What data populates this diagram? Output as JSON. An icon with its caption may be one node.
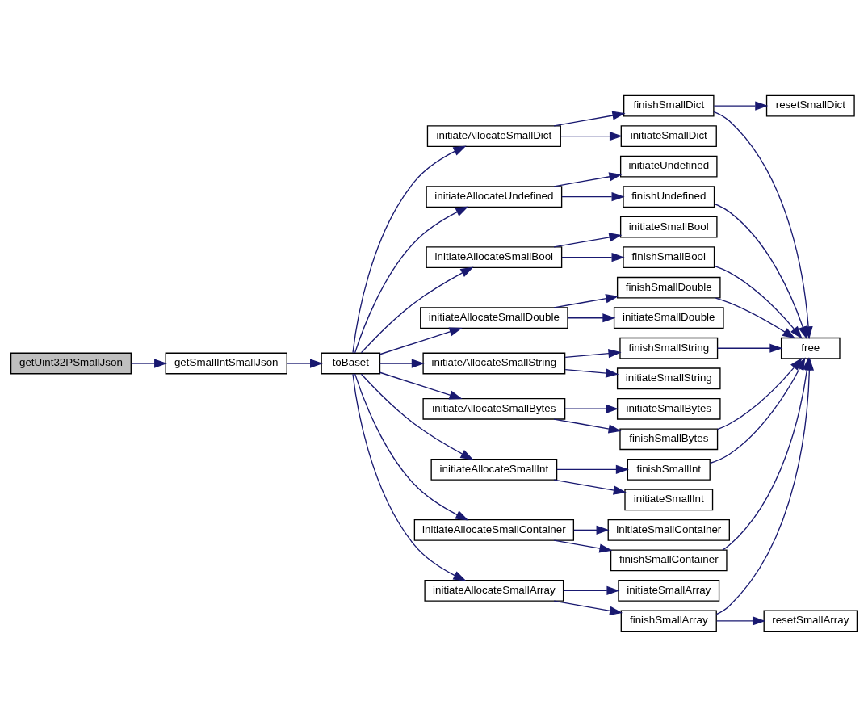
{
  "diagram": {
    "nodes": [
      {
        "text": [
          "getUint32PSmallJson"
        ]
      },
      {
        "text": [
          "getSmallIntSmallJson"
        ]
      },
      {
        "text": [
          "toBaset"
        ]
      },
      {
        "text": [
          "initiateAllocateSmallDict"
        ]
      },
      {
        "text": [
          "finishSmallDict"
        ]
      },
      {
        "text": [
          "resetSmallDict"
        ]
      },
      {
        "text": [
          "initiateSmallDict"
        ]
      },
      {
        "text": [
          "free"
        ]
      },
      {
        "text": [
          "initiateAllocateUndefined"
        ]
      },
      {
        "text": [
          "initiateUndefined"
        ]
      },
      {
        "text": [
          "finishUndefined"
        ]
      },
      {
        "text": [
          "initiateAllocateSmallBool"
        ]
      },
      {
        "text": [
          "initiateSmallBool"
        ]
      },
      {
        "text": [
          "finishSmallBool"
        ]
      },
      {
        "text": [
          "initiateAllocateSmallDouble"
        ]
      },
      {
        "text": [
          "finishSmallDouble"
        ]
      },
      {
        "text": [
          "initiateSmallDouble"
        ]
      },
      {
        "text": [
          "initiateAllocateSmallString"
        ]
      },
      {
        "text": [
          "finishSmallString"
        ]
      },
      {
        "text": [
          "initiateSmallString"
        ]
      },
      {
        "text": [
          "initiateAllocateSmallBytes"
        ]
      },
      {
        "text": [
          "initiateSmallBytes"
        ]
      },
      {
        "text": [
          "finishSmallBytes"
        ]
      },
      {
        "text": [
          "initiateAllocateSmallInt"
        ]
      },
      {
        "text": [
          "finishSmallInt"
        ]
      },
      {
        "text": [
          "initiateSmallInt"
        ]
      },
      {
        "text": [
          "initiateAllocateSmallContainer"
        ]
      },
      {
        "text": [
          "initiateSmallContainer"
        ]
      },
      {
        "text": [
          "finishSmallContainer"
        ]
      },
      {
        "text": [
          "initiateAllocateSmallArray"
        ]
      },
      {
        "text": [
          "initiateSmallArray"
        ]
      },
      {
        "text": [
          "finishSmallArray"
        ]
      },
      {
        "text": [
          "resetSmallArray"
        ]
      }
    ],
    "edges": [
      {
        "from": 0,
        "to": 1,
        "arrow": "to"
      },
      {
        "from": 1,
        "to": 2,
        "arrow": "to"
      },
      {
        "from": 2,
        "to": 3,
        "arrow": "to"
      },
      {
        "from": 2,
        "to": 8,
        "arrow": "to"
      },
      {
        "from": 2,
        "to": 11,
        "arrow": "to"
      },
      {
        "from": 2,
        "to": 14,
        "arrow": "to"
      },
      {
        "from": 2,
        "to": 17,
        "arrow": "to"
      },
      {
        "from": 2,
        "to": 20,
        "arrow": "to"
      },
      {
        "from": 2,
        "to": 23,
        "arrow": "to"
      },
      {
        "from": 2,
        "to": 26,
        "arrow": "to"
      },
      {
        "from": 2,
        "to": 29,
        "arrow": "to"
      },
      {
        "from": 3,
        "to": 4,
        "arrow": "to"
      },
      {
        "from": 3,
        "to": 6,
        "arrow": "to"
      },
      {
        "from": 4,
        "to": 5,
        "arrow": "to"
      },
      {
        "from": 4,
        "to": 7,
        "arrow": "to"
      },
      {
        "from": 8,
        "to": 9,
        "arrow": "to"
      },
      {
        "from": 8,
        "to": 10,
        "arrow": "to"
      },
      {
        "from": 10,
        "to": 7,
        "arrow": "to"
      },
      {
        "from": 11,
        "to": 12,
        "arrow": "to"
      },
      {
        "from": 11,
        "to": 13,
        "arrow": "to"
      },
      {
        "from": 13,
        "to": 7,
        "arrow": "to"
      },
      {
        "from": 14,
        "to": 15,
        "arrow": "to"
      },
      {
        "from": 14,
        "to": 16,
        "arrow": "to"
      },
      {
        "from": 15,
        "to": 7,
        "arrow": "to"
      },
      {
        "from": 17,
        "to": 18,
        "arrow": "to"
      },
      {
        "from": 17,
        "to": 19,
        "arrow": "to"
      },
      {
        "from": 18,
        "to": 7,
        "arrow": "to"
      },
      {
        "from": 20,
        "to": 21,
        "arrow": "to"
      },
      {
        "from": 20,
        "to": 22,
        "arrow": "to"
      },
      {
        "from": 22,
        "to": 7,
        "arrow": "to"
      },
      {
        "from": 23,
        "to": 24,
        "arrow": "to"
      },
      {
        "from": 23,
        "to": 25,
        "arrow": "to"
      },
      {
        "from": 24,
        "to": 7,
        "arrow": "to"
      },
      {
        "from": 26,
        "to": 27,
        "arrow": "to"
      },
      {
        "from": 26,
        "to": 28,
        "arrow": "to"
      },
      {
        "from": 28,
        "to": 7,
        "arrow": "to"
      },
      {
        "from": 29,
        "to": 30,
        "arrow": "to"
      },
      {
        "from": 29,
        "to": 31,
        "arrow": "to"
      },
      {
        "from": 31,
        "to": 7,
        "arrow": "to"
      },
      {
        "from": 31,
        "to": 32,
        "arrow": "to"
      }
    ]
  }
}
